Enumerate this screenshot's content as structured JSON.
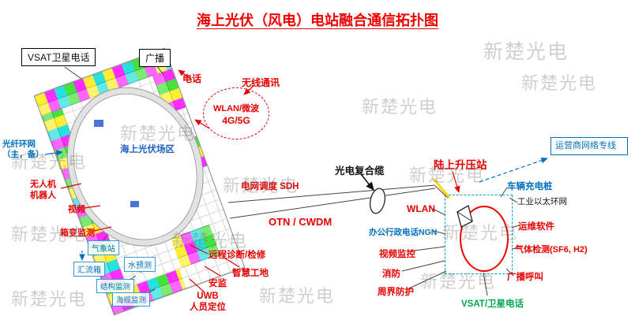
{
  "title": "海上光伏（风电）电站融合通信拓扑图",
  "watermark": {
    "text": "新楚光电"
  },
  "colors": {
    "red": "#e60000",
    "blue": "#0070c0",
    "green": "#00a650",
    "station_dash": "#00a3b4"
  },
  "offshore": {
    "area": "海上光伏场区",
    "vsat": "VSAT卫星电话",
    "broadcast": "广播",
    "phone": "电话",
    "wireless": "无线通讯",
    "wlan_microwave": "WLAN/微波",
    "mobile": "4G/5G",
    "fiber_ring": "光纤环网（主，备）",
    "drone": "无人机",
    "robot": "机器人",
    "video": "视频",
    "transformer_monitor": "箱变监测",
    "weather_station": "气象站",
    "combiner_box": "汇流箱",
    "water_forecast": "水预测",
    "structure_monitor": "结构监测",
    "sea_cable_monitor": "海缆监测",
    "remote_diagnosis": "远程诊断/检修",
    "safety_monitor": "安监",
    "smart_site": "智慧工地",
    "uwb": "UWB",
    "personnel_location": "人员定位"
  },
  "link": {
    "grid_dispatch": "电网调度 SDH",
    "otn_cwdm": "OTN / CWDM",
    "composite_cable": "光电复合缆"
  },
  "onshore": {
    "station": "陆上升压站",
    "operator_line": "运营商网络专线",
    "vehicle_charging": "车辆充电桩",
    "industrial_ethernet": "工业以太环网",
    "wlan": "WLAN",
    "office_phone": "办公行政电话NGN",
    "om_software": "运维软件",
    "gas_detection": "气体检测(SF6, H2)",
    "video_surveillance": "视频监控",
    "fire": "消防",
    "perimeter": "周界防护",
    "broadcast_call": "广播呼叫",
    "vsat_phone": "VSAT/卫星电话"
  }
}
